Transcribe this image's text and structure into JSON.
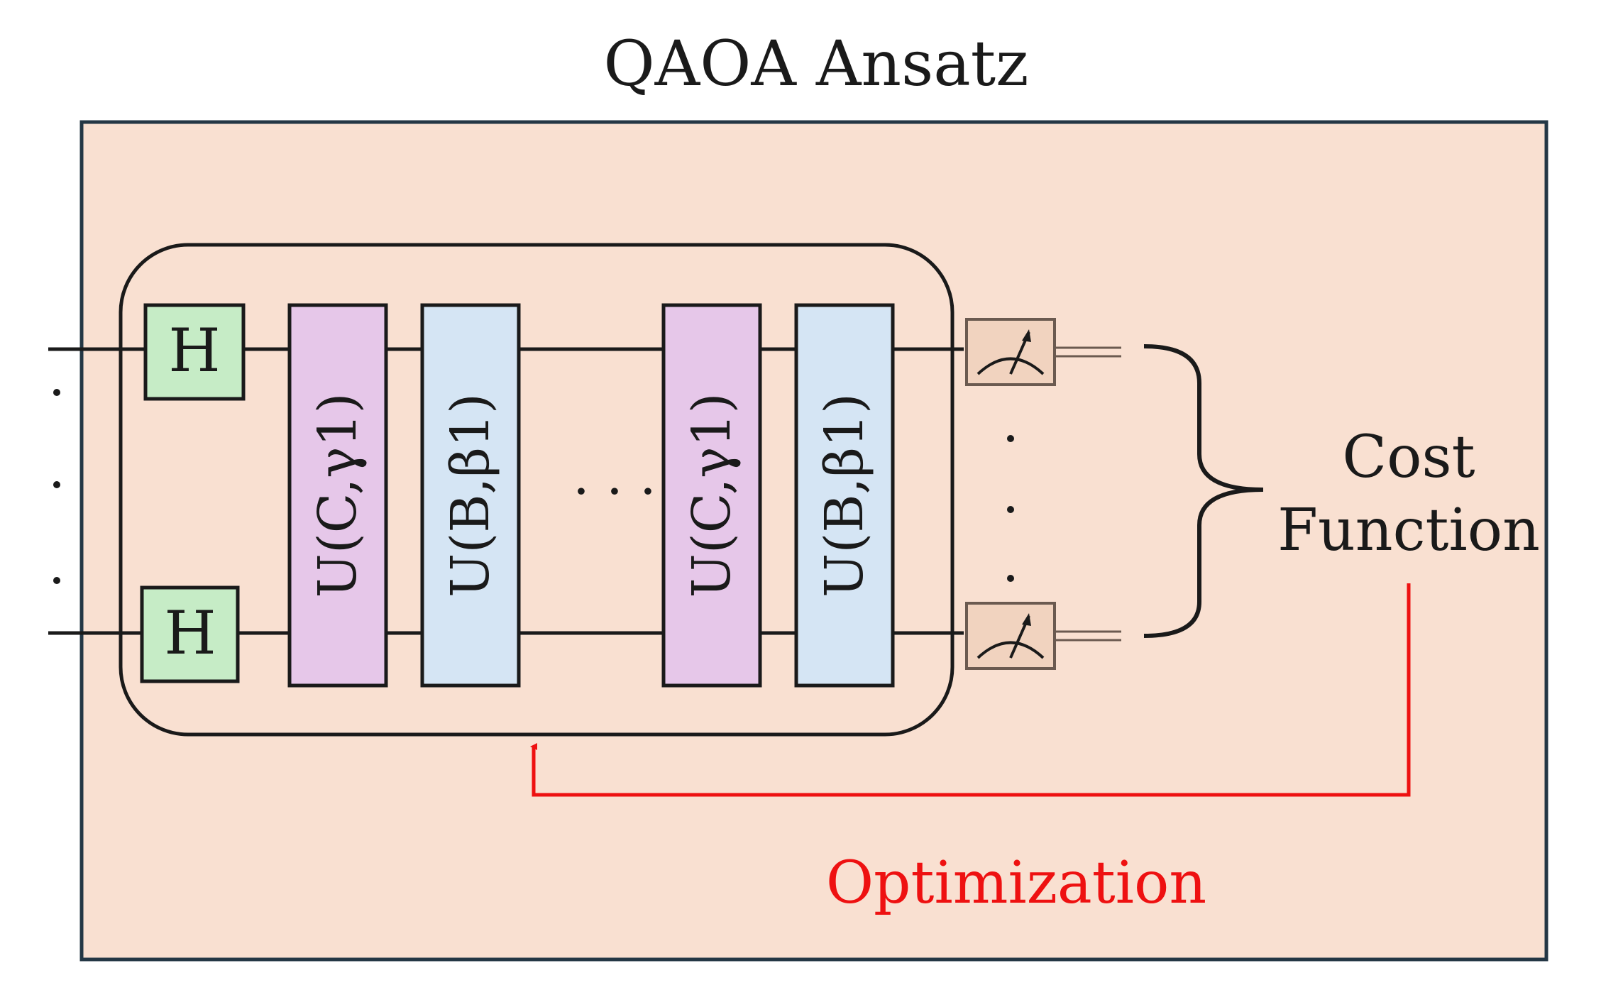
{
  "title": "QAOA Ansatz",
  "gates": {
    "hadamard_top": "H",
    "hadamard_bottom": "H"
  },
  "blocks": [
    {
      "label": "U(C,γ1)",
      "kind": "cost"
    },
    {
      "label": "U(B,β1)",
      "kind": "mixer"
    },
    {
      "label": "U(C,γ1)",
      "kind": "cost"
    },
    {
      "label": "U(B,β1)",
      "kind": "mixer"
    }
  ],
  "ellipsis": "· · ·",
  "cost_function": {
    "line1": "Cost",
    "line2": "Function"
  },
  "optimization_label": "Optimization",
  "colors": {
    "panel_fill": "#f9e0d1",
    "panel_border": "#243745",
    "hadamard_fill": "#c6ecc6",
    "cost_block_fill": "#e6c7e9",
    "mixer_block_fill": "#d5e5f4",
    "measure_fill": "#f1d3bf",
    "optimization": "#ee1111"
  }
}
